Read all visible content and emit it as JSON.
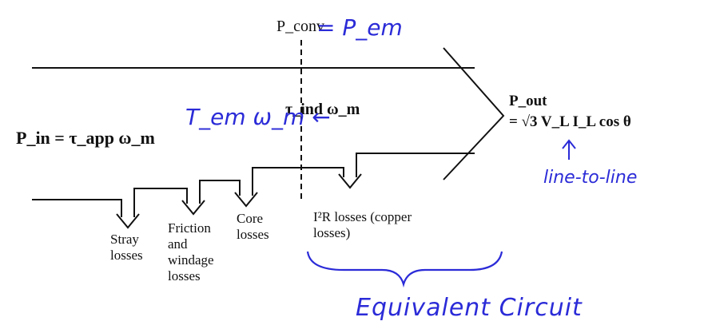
{
  "labels": {
    "p_in": "P_in = τ_app ω_m",
    "p_conv": "P_conv",
    "tau_ind": "τ_ind ω_m",
    "p_out_line1": "P_out",
    "p_out_line2": "= √3 V_L I_L cos θ",
    "stray": "Stray losses",
    "friction": "Friction and windage losses",
    "core": "Core losses",
    "copper": "I²R losses (copper losses)"
  },
  "annotations": {
    "pem": "= P_em",
    "tem": "T_em ω_m ←",
    "line_to_line": "line-to-line",
    "equivalent_circuit": "Equivalent Circuit"
  },
  "colors": {
    "ink": "#111111",
    "handwriting": "#2b2bd8"
  }
}
